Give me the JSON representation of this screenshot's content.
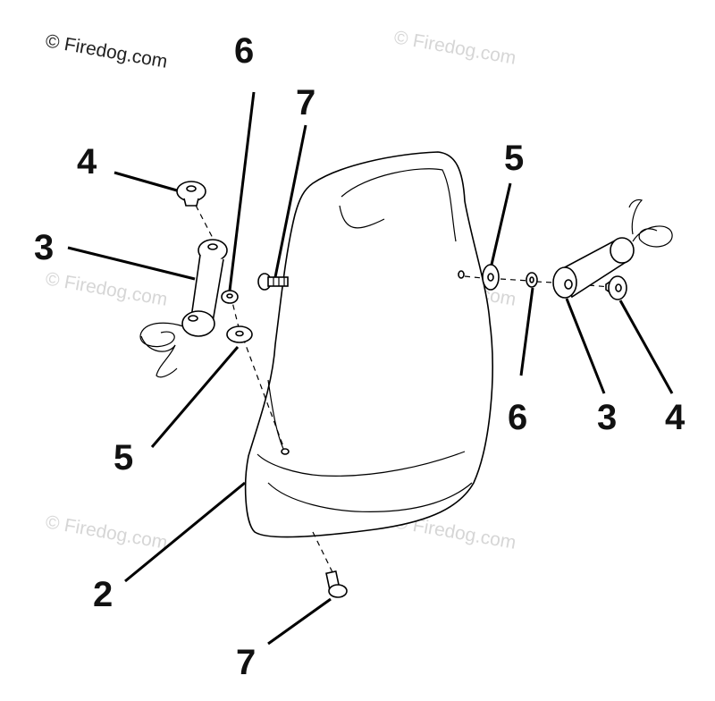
{
  "watermarks": {
    "primary": "© Firedog.com",
    "faint": "© Firedog.com"
  },
  "callouts": {
    "left_4": "4",
    "left_3": "3",
    "left_6": "6",
    "left_7": "7",
    "left_5": "5",
    "seat_2": "2",
    "bottom_7": "7",
    "right_5": "5",
    "right_6": "6",
    "right_3": "3",
    "right_4": "4"
  },
  "parts": {
    "seat": "seat-2",
    "bolt_top": "bolt-7",
    "bolt_bottom": "bolt-7",
    "spring_left": "spring-bracket-3",
    "spring_right": "spring-bracket-3",
    "knob_left": "knob-4",
    "knob_right": "knob-4",
    "washer_left": "washer-5",
    "washer_right": "washer-5",
    "nut_left": "nut-6",
    "nut_right": "nut-6"
  }
}
